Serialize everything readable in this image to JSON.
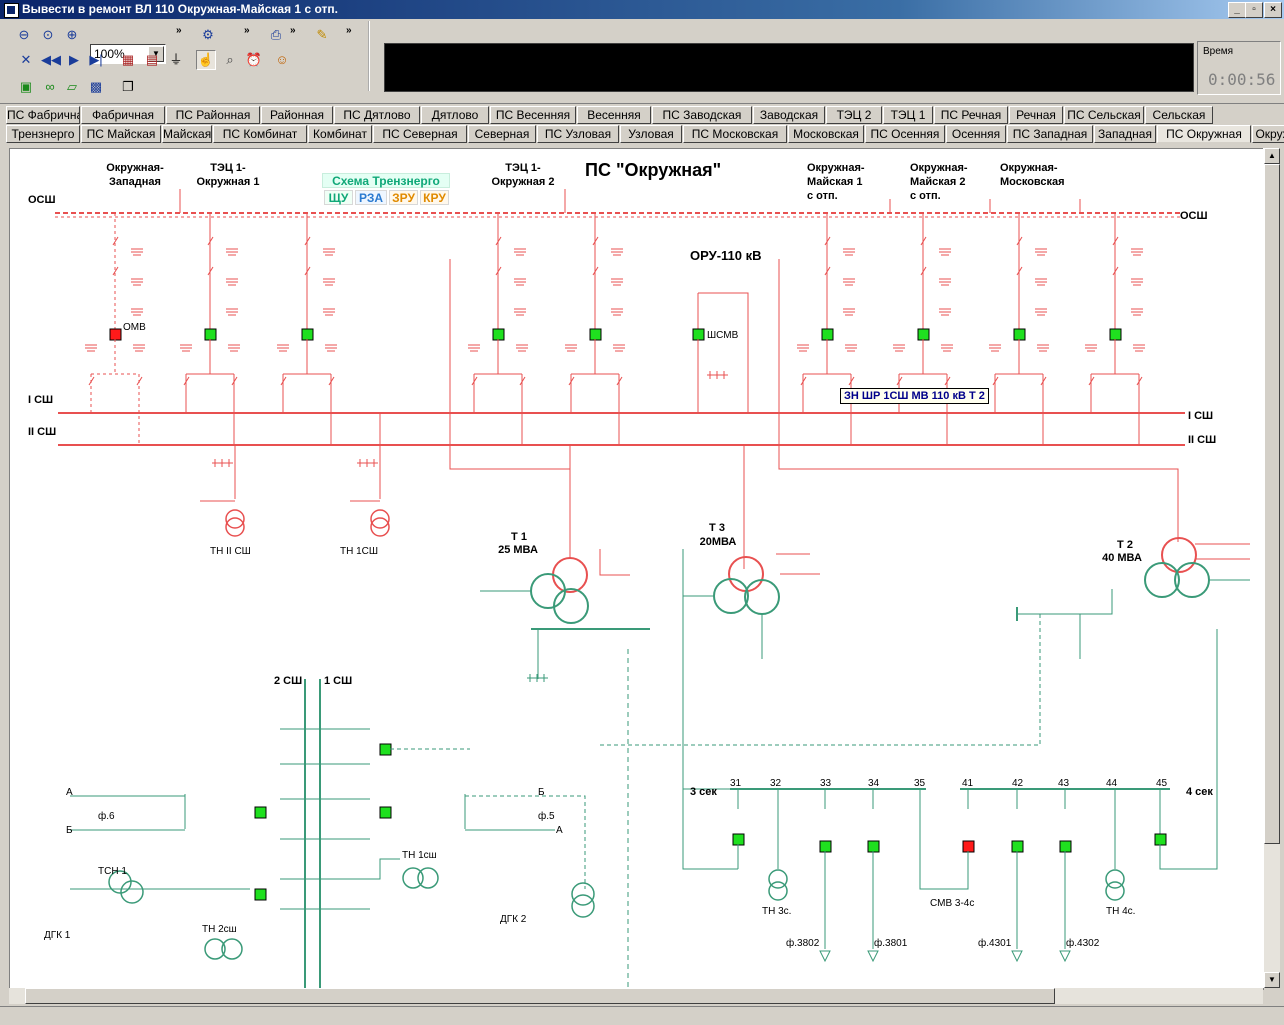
{
  "window": {
    "title": "Вывести в ремонт ВЛ 110 Окружная-Майская 1 с отп."
  },
  "toolbar": {
    "zoom": "100%",
    "time_label": "Время",
    "time_value": "0:00:56"
  },
  "tabs_row1": [
    "ПС Фабричная",
    "Фабричная",
    "ПС Районная",
    "Районная",
    "ПС Дятлово",
    "Дятлово",
    "ПС Весенняя",
    "Весенняя",
    "ПС Заводская",
    "Заводская",
    "ТЭЦ 2",
    "ТЭЦ 1",
    "ПС Речная",
    "Речная",
    "ПС Сельская",
    "Сельская"
  ],
  "tabs_row2": [
    "Трензнерго",
    "ПС Майская",
    "Майская",
    "ПС Комбинат",
    "Комбинат",
    "ПС Северная",
    "Северная",
    "ПС Узловая",
    "Узловая",
    "ПС Московская",
    "Московская",
    "ПС Осенняя",
    "Осенняя",
    "ПС Западная",
    "Западная",
    "ПС Окружная",
    "Окружная"
  ],
  "selected_tab": "ПС Окружная",
  "diagram": {
    "title": "ПС \"Окружная\"",
    "oru": "ОРУ-110 кВ",
    "schema": {
      "title": "Схема Трензнерго",
      "buttons": [
        "ЩУ",
        "РЗА",
        "ЗРУ",
        "КРУ"
      ]
    },
    "bus_labels": {
      "osh_left": "ОСШ",
      "osh_right": "ОСШ",
      "s1_left": "I СШ",
      "s2_left": "II СШ",
      "s1_right": "I СШ",
      "s2_right": "II СШ"
    },
    "feeders": [
      {
        "id": "zapadnaya",
        "label": "Окружная-\nЗападная"
      },
      {
        "id": "tec1-1",
        "label": "ТЭЦ 1-\nОкружная 1"
      },
      {
        "id": "tec1-2",
        "label": "ТЭЦ 1-\nОкружная 2"
      },
      {
        "id": "maiskaya1",
        "label": "Окружная-\nМайская 1\nс отп."
      },
      {
        "id": "maiskaya2",
        "label": "Окружная-\nМайская 2\nс отп."
      },
      {
        "id": "moskovskaya",
        "label": "Окружная-\nМосковская"
      }
    ],
    "omv": "ОМВ",
    "shsmv": "ШСМВ",
    "tooltip": "ЗН ШР 1СШ МВ 110 кВ Т 2",
    "tn_left": [
      "ТН II СШ",
      "ТН 1СШ"
    ],
    "transformers": [
      {
        "id": "t1",
        "name": "Т  1",
        "power": "25 МВА"
      },
      {
        "id": "t3",
        "name": "Т  3",
        "power": "20МВА"
      },
      {
        "id": "t2",
        "name": "Т  2",
        "power": "40 МВА"
      }
    ],
    "kru": {
      "bus_2": "2 СШ",
      "bus_1": "1 СШ",
      "f6": "ф.6",
      "f5": "ф.5",
      "a_left": "А",
      "b_left": "Б",
      "a_right": "А",
      "b_right": "Б",
      "tsn": "ТСН 1",
      "tn1": "ТН 1сш",
      "tn2": "ТН 2сш",
      "dgk1": "ДГК 1",
      "dgk2": "ДГК  2"
    },
    "sections": {
      "sec3": "3 сек",
      "sec4": "4 сек",
      "cells": [
        "31",
        "32",
        "33",
        "34",
        "35",
        "41",
        "42",
        "43",
        "44",
        "45"
      ],
      "tn3": "ТН 3с.",
      "tn4": "ТН 4с.",
      "smv": "СМВ 3-4с",
      "feeders": [
        "ф.3802",
        "ф.3801",
        "ф.4301",
        "ф.4302"
      ]
    },
    "colors": {
      "line_110": "#e85050",
      "line_10": "#3a9a78",
      "breaker_on": "#1fe01f",
      "breaker_off": "#ff1a1a"
    }
  }
}
